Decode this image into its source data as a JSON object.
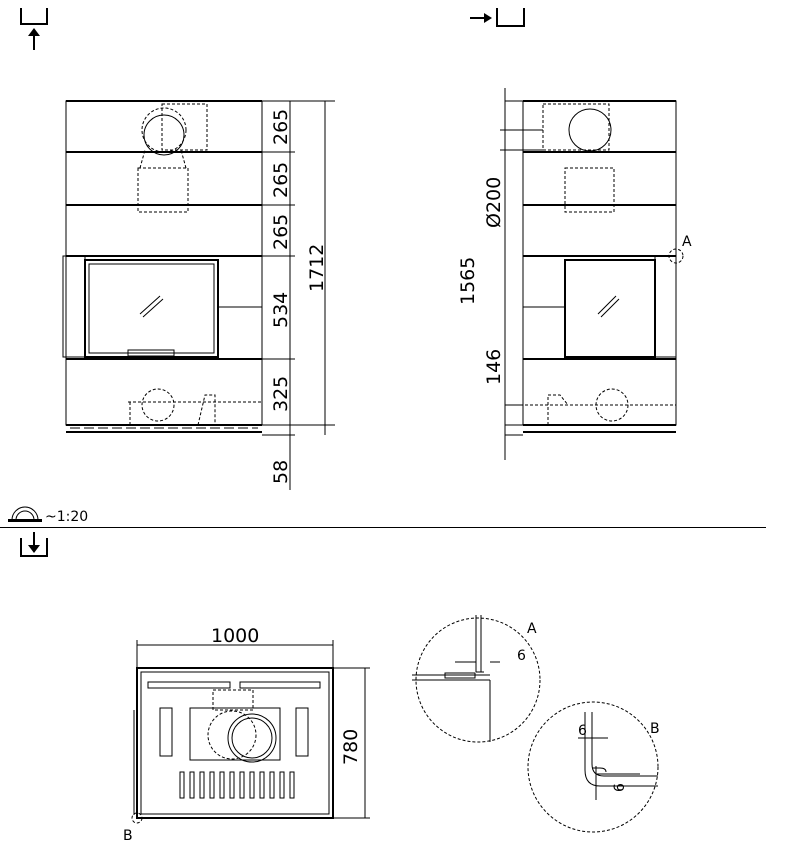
{
  "header": {
    "front_view_icon": "view-from-front-icon",
    "side_view_icon": "view-from-side-icon",
    "top_view_icon": "view-from-top-icon",
    "scale_icon": "protractor-scale-icon",
    "scale": "~1:20"
  },
  "front_view": {
    "dims": [
      "265",
      "265",
      "265",
      "534",
      "325",
      "58"
    ],
    "total_height": "1712"
  },
  "side_view": {
    "total": "1565",
    "flue_diameter": "Ø200",
    "bottom": "146",
    "detail_marker": "A"
  },
  "top_view": {
    "width": "1000",
    "depth": "780",
    "detail_marker": "B"
  },
  "detail_a": {
    "label": "A",
    "gap": "6"
  },
  "detail_b": {
    "label": "B",
    "gap_top": "6",
    "gap_side": "6"
  }
}
